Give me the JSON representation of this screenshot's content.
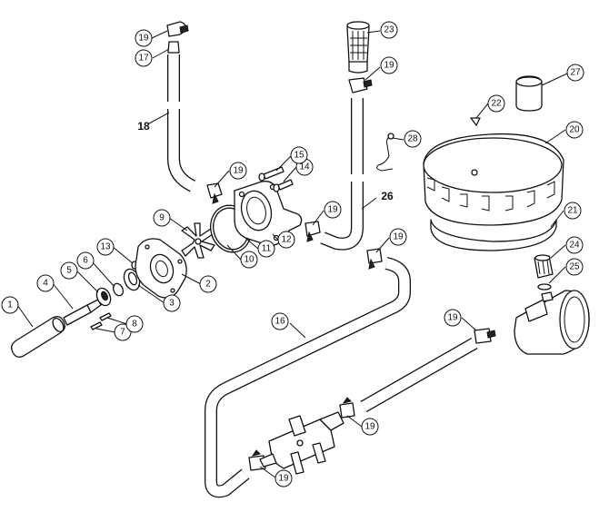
{
  "callouts": [
    {
      "id": "c1",
      "label": "1"
    },
    {
      "id": "c2",
      "label": "2"
    },
    {
      "id": "c3",
      "label": "3"
    },
    {
      "id": "c4",
      "label": "4"
    },
    {
      "id": "c5",
      "label": "5"
    },
    {
      "id": "c6",
      "label": "6"
    },
    {
      "id": "c7",
      "label": "7"
    },
    {
      "id": "c8",
      "label": "8"
    },
    {
      "id": "c9",
      "label": "9"
    },
    {
      "id": "c10",
      "label": "10"
    },
    {
      "id": "c11",
      "label": "11"
    },
    {
      "id": "c12",
      "label": "12"
    },
    {
      "id": "c13",
      "label": "13"
    },
    {
      "id": "c14",
      "label": "14"
    },
    {
      "id": "c15",
      "label": "15"
    },
    {
      "id": "c16",
      "label": "16"
    },
    {
      "id": "c17",
      "label": "17"
    },
    {
      "id": "c19a",
      "label": "19"
    },
    {
      "id": "c19b",
      "label": "19"
    },
    {
      "id": "c19c",
      "label": "19"
    },
    {
      "id": "c19d",
      "label": "19"
    },
    {
      "id": "c19e",
      "label": "19"
    },
    {
      "id": "c19f",
      "label": "19"
    },
    {
      "id": "c19g",
      "label": "19"
    },
    {
      "id": "c19h",
      "label": "19"
    },
    {
      "id": "c20",
      "label": "20"
    },
    {
      "id": "c21",
      "label": "21"
    },
    {
      "id": "c22",
      "label": "22"
    },
    {
      "id": "c23",
      "label": "23"
    },
    {
      "id": "c24",
      "label": "24"
    },
    {
      "id": "c25",
      "label": "25"
    },
    {
      "id": "c27",
      "label": "27"
    },
    {
      "id": "c28",
      "label": "28"
    }
  ],
  "plain_labels": [
    {
      "id": "l18",
      "label": "18"
    },
    {
      "id": "l26",
      "label": "26"
    }
  ]
}
